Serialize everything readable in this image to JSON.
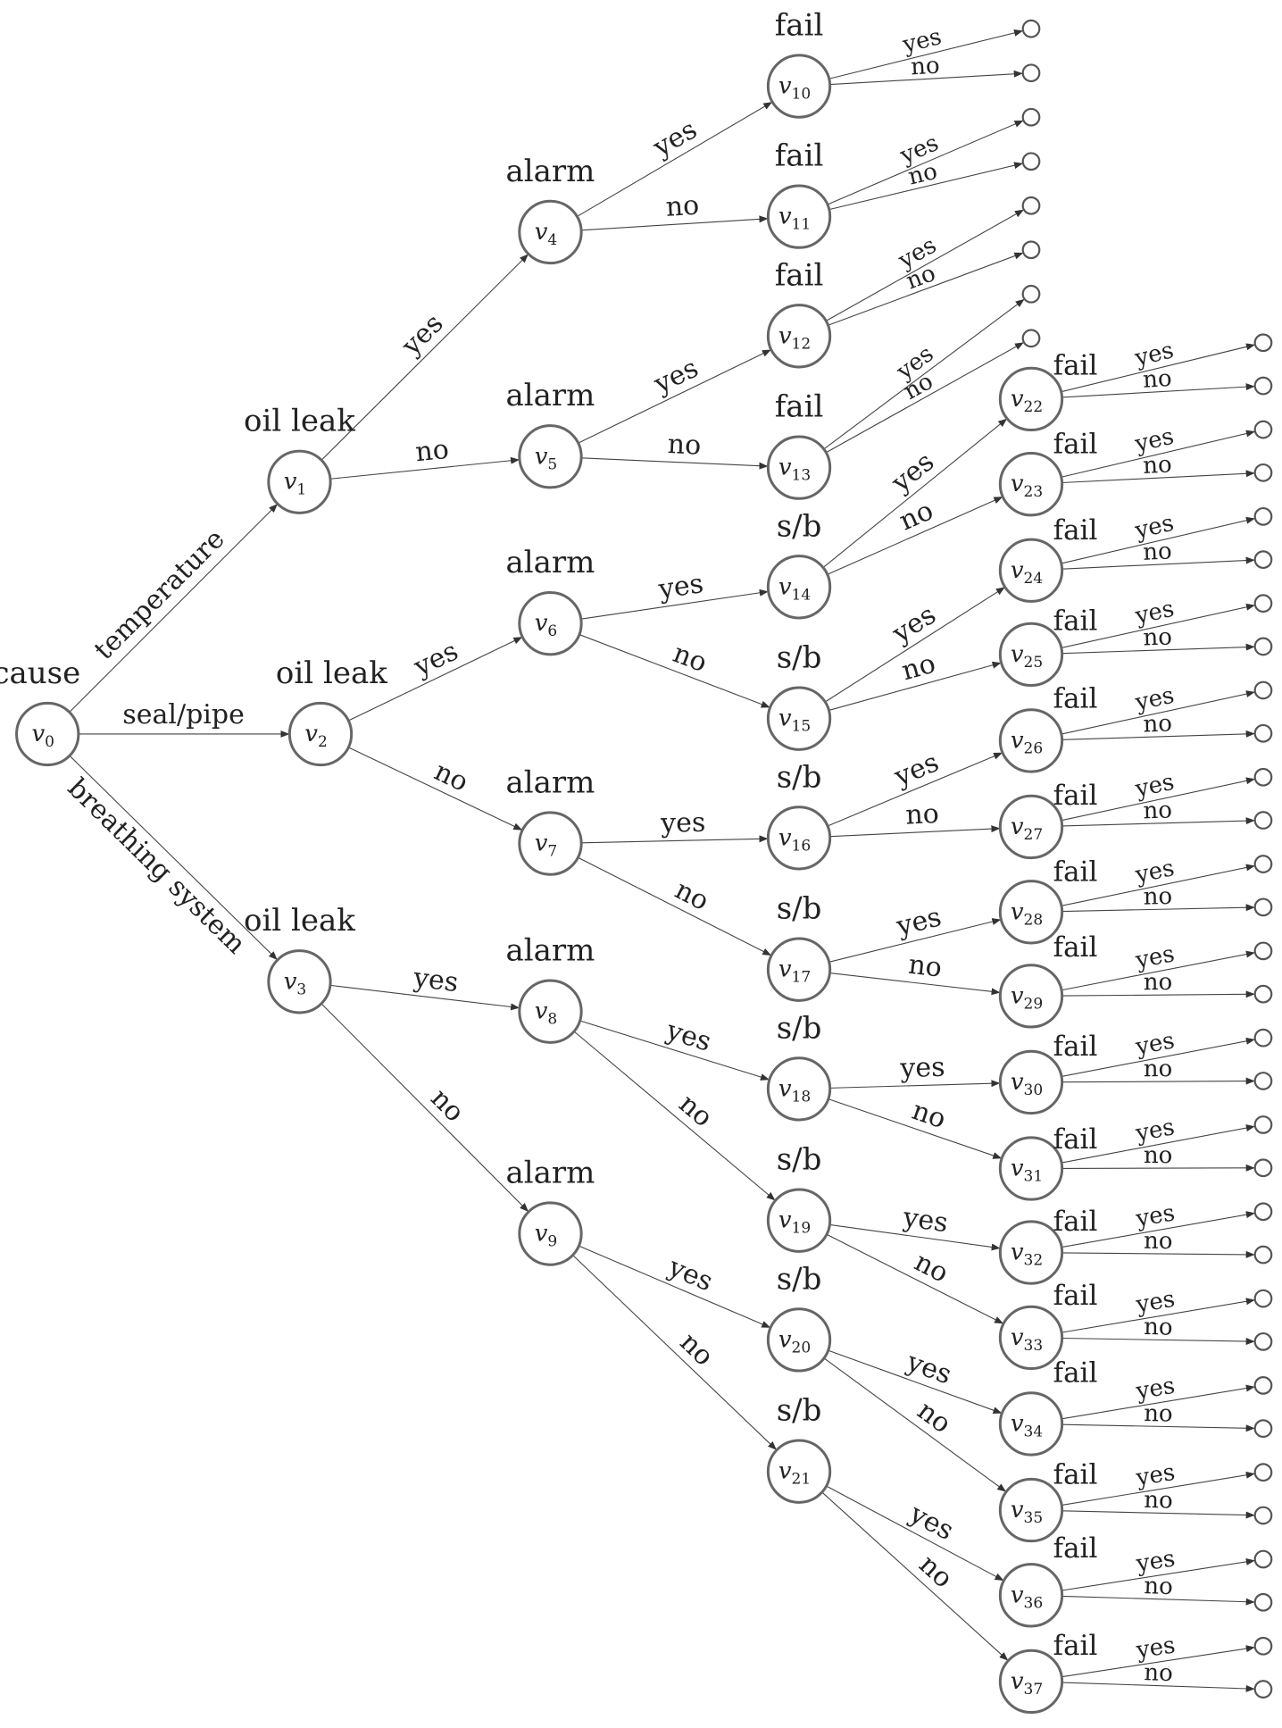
{
  "nodes": {
    "v0": {
      "label": "v0",
      "title": "cause"
    },
    "v1": {
      "label": "v1",
      "title": "oil leak"
    },
    "v2": {
      "label": "v2",
      "title": "oil leak"
    },
    "v3": {
      "label": "v3",
      "title": "oil leak"
    },
    "v4": {
      "label": "v4",
      "title": "alarm"
    },
    "v5": {
      "label": "v5",
      "title": "alarm"
    },
    "v6": {
      "label": "v6",
      "title": "alarm"
    },
    "v7": {
      "label": "v7",
      "title": "alarm"
    },
    "v8": {
      "label": "v8",
      "title": "alarm"
    },
    "v9": {
      "label": "v9",
      "title": "alarm"
    },
    "v10": {
      "label": "v10",
      "title": "fail"
    },
    "v11": {
      "label": "v11",
      "title": "fail"
    },
    "v12": {
      "label": "v12",
      "title": "fail"
    },
    "v13": {
      "label": "v13",
      "title": "fail"
    },
    "v14": {
      "label": "v14",
      "title": "s/b"
    },
    "v15": {
      "label": "v15",
      "title": "s/b"
    },
    "v16": {
      "label": "v16",
      "title": "s/b"
    },
    "v17": {
      "label": "v17",
      "title": "s/b"
    },
    "v18": {
      "label": "v18",
      "title": "s/b"
    },
    "v19": {
      "label": "v19",
      "title": "s/b"
    },
    "v20": {
      "label": "v20",
      "title": "s/b"
    },
    "v21": {
      "label": "v21",
      "title": "s/b"
    },
    "v22": {
      "label": "v22",
      "title": "fail"
    },
    "v23": {
      "label": "v23",
      "title": "fail"
    },
    "v24": {
      "label": "v24",
      "title": "fail"
    },
    "v25": {
      "label": "v25",
      "title": "fail"
    },
    "v26": {
      "label": "v26",
      "title": "fail"
    },
    "v27": {
      "label": "v27",
      "title": "fail"
    },
    "v28": {
      "label": "v28",
      "title": "fail"
    },
    "v29": {
      "label": "v29",
      "title": "fail"
    },
    "v30": {
      "label": "v30",
      "title": "fail"
    },
    "v31": {
      "label": "v31",
      "title": "fail"
    },
    "v32": {
      "label": "v32",
      "title": "fail"
    },
    "v33": {
      "label": "v33",
      "title": "fail"
    },
    "v34": {
      "label": "v34",
      "title": "fail"
    },
    "v35": {
      "label": "v35",
      "title": "fail"
    },
    "v36": {
      "label": "v36",
      "title": "fail"
    },
    "v37": {
      "label": "v37",
      "title": "fail"
    }
  },
  "edges": [
    {
      "from": "v0",
      "to": "v1",
      "label": "temperature"
    },
    {
      "from": "v0",
      "to": "v2",
      "label": "seal/pipe"
    },
    {
      "from": "v0",
      "to": "v3",
      "label": "breathing system"
    },
    {
      "from": "v1",
      "to": "v4",
      "label": "yes"
    },
    {
      "from": "v1",
      "to": "v5",
      "label": "no"
    },
    {
      "from": "v2",
      "to": "v6",
      "label": "yes"
    },
    {
      "from": "v2",
      "to": "v7",
      "label": "no"
    },
    {
      "from": "v3",
      "to": "v8",
      "label": "yes"
    },
    {
      "from": "v3",
      "to": "v9",
      "label": "no"
    },
    {
      "from": "v4",
      "to": "v10",
      "label": "yes"
    },
    {
      "from": "v4",
      "to": "v11",
      "label": "no"
    },
    {
      "from": "v5",
      "to": "v12",
      "label": "yes"
    },
    {
      "from": "v5",
      "to": "v13",
      "label": "no"
    },
    {
      "from": "v6",
      "to": "v14",
      "label": "yes"
    },
    {
      "from": "v6",
      "to": "v15",
      "label": "no"
    },
    {
      "from": "v7",
      "to": "v16",
      "label": "yes"
    },
    {
      "from": "v7",
      "to": "v17",
      "label": "no"
    },
    {
      "from": "v8",
      "to": "v18",
      "label": "yes"
    },
    {
      "from": "v8",
      "to": "v19",
      "label": "no"
    },
    {
      "from": "v9",
      "to": "v20",
      "label": "yes"
    },
    {
      "from": "v9",
      "to": "v21",
      "label": "no"
    },
    {
      "from": "v14",
      "to": "v22",
      "label": "yes"
    },
    {
      "from": "v14",
      "to": "v23",
      "label": "no"
    },
    {
      "from": "v15",
      "to": "v24",
      "label": "yes"
    },
    {
      "from": "v15",
      "to": "v25",
      "label": "no"
    },
    {
      "from": "v16",
      "to": "v26",
      "label": "yes"
    },
    {
      "from": "v16",
      "to": "v27",
      "label": "no"
    },
    {
      "from": "v17",
      "to": "v28",
      "label": "yes"
    },
    {
      "from": "v17",
      "to": "v29",
      "label": "no"
    },
    {
      "from": "v18",
      "to": "v30",
      "label": "yes"
    },
    {
      "from": "v18",
      "to": "v31",
      "label": "no"
    },
    {
      "from": "v19",
      "to": "v32",
      "label": "yes"
    },
    {
      "from": "v19",
      "to": "v33",
      "label": "no"
    },
    {
      "from": "v20",
      "to": "v34",
      "label": "yes"
    },
    {
      "from": "v20",
      "to": "v35",
      "label": "no"
    },
    {
      "from": "v21",
      "to": "v36",
      "label": "yes"
    },
    {
      "from": "v21",
      "to": "v37",
      "label": "no"
    }
  ],
  "terminal_branches": {
    "parents": [
      "v10",
      "v11",
      "v12",
      "v13",
      "v22",
      "v23",
      "v24",
      "v25",
      "v26",
      "v27",
      "v28",
      "v29",
      "v30",
      "v31",
      "v32",
      "v33",
      "v34",
      "v35",
      "v36",
      "v37"
    ],
    "labels": [
      "yes",
      "no"
    ]
  }
}
